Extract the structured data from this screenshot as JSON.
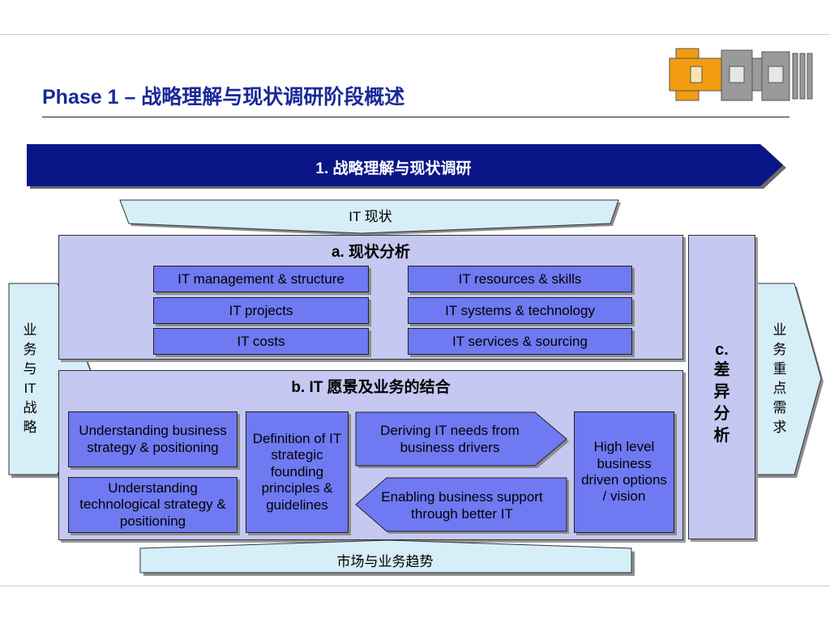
{
  "title": "Phase 1 –  战略理解与现状调研阶段概述",
  "banner": "1.  战略理解与现状调研",
  "top_tab": "IT 现状",
  "bottom_tab": "市场与业务趋势",
  "left_arrow": [
    "业",
    "务",
    "与",
    "IT",
    "战",
    "略"
  ],
  "right_arrow": [
    "业",
    "务",
    "重",
    "点",
    "需",
    "求"
  ],
  "section_a": {
    "title": "a.  现状分析",
    "items_left": [
      "IT management & structure",
      "IT projects",
      "IT costs"
    ],
    "items_right": [
      "IT resources & skills",
      "IT systems & technology",
      "IT services & sourcing"
    ]
  },
  "section_b": {
    "title": "b. IT 愿景及业务的结合",
    "understanding_business": "Understanding business strategy & positioning",
    "understanding_tech": "Understanding technological strategy & positioning",
    "definition": "Definition of IT strategic founding principles & guidelines",
    "deriving": "Deriving IT needs from business drivers",
    "enabling": "Enabling business support through better IT",
    "high_level": "High level business driven options / vision"
  },
  "section_c": {
    "lines": [
      "c.",
      "差",
      "异",
      "分",
      "析"
    ]
  },
  "colors": {
    "title_blue": "#1a2a99",
    "banner_navy": "#0a1687",
    "panel": "#c5c8f0",
    "item": "#6f79f2",
    "tab": "#d6eef7",
    "logo_orange": "#f39c12",
    "logo_gray": "#9a9a9a"
  }
}
